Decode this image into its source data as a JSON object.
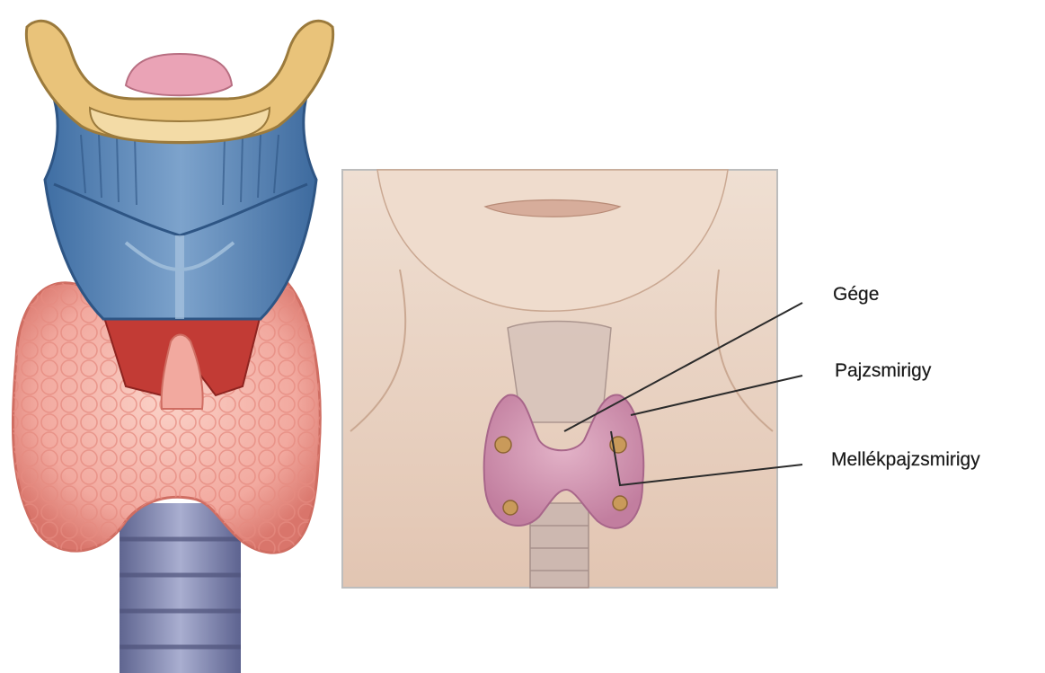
{
  "labels": {
    "larynx": "Gége",
    "thyroid": "Pajzsmirigy",
    "parathyroid": "Mellékpajzsmirigy"
  },
  "colors": {
    "cartilage_blue": "#4f7fb0",
    "epiglottis_gold": "#e9c37a",
    "thyroid_pink": "#f2a99f",
    "trachea_purple": "#8a8fb8",
    "skin": "#ead6c6",
    "leader_line": "#2b2b2b"
  }
}
